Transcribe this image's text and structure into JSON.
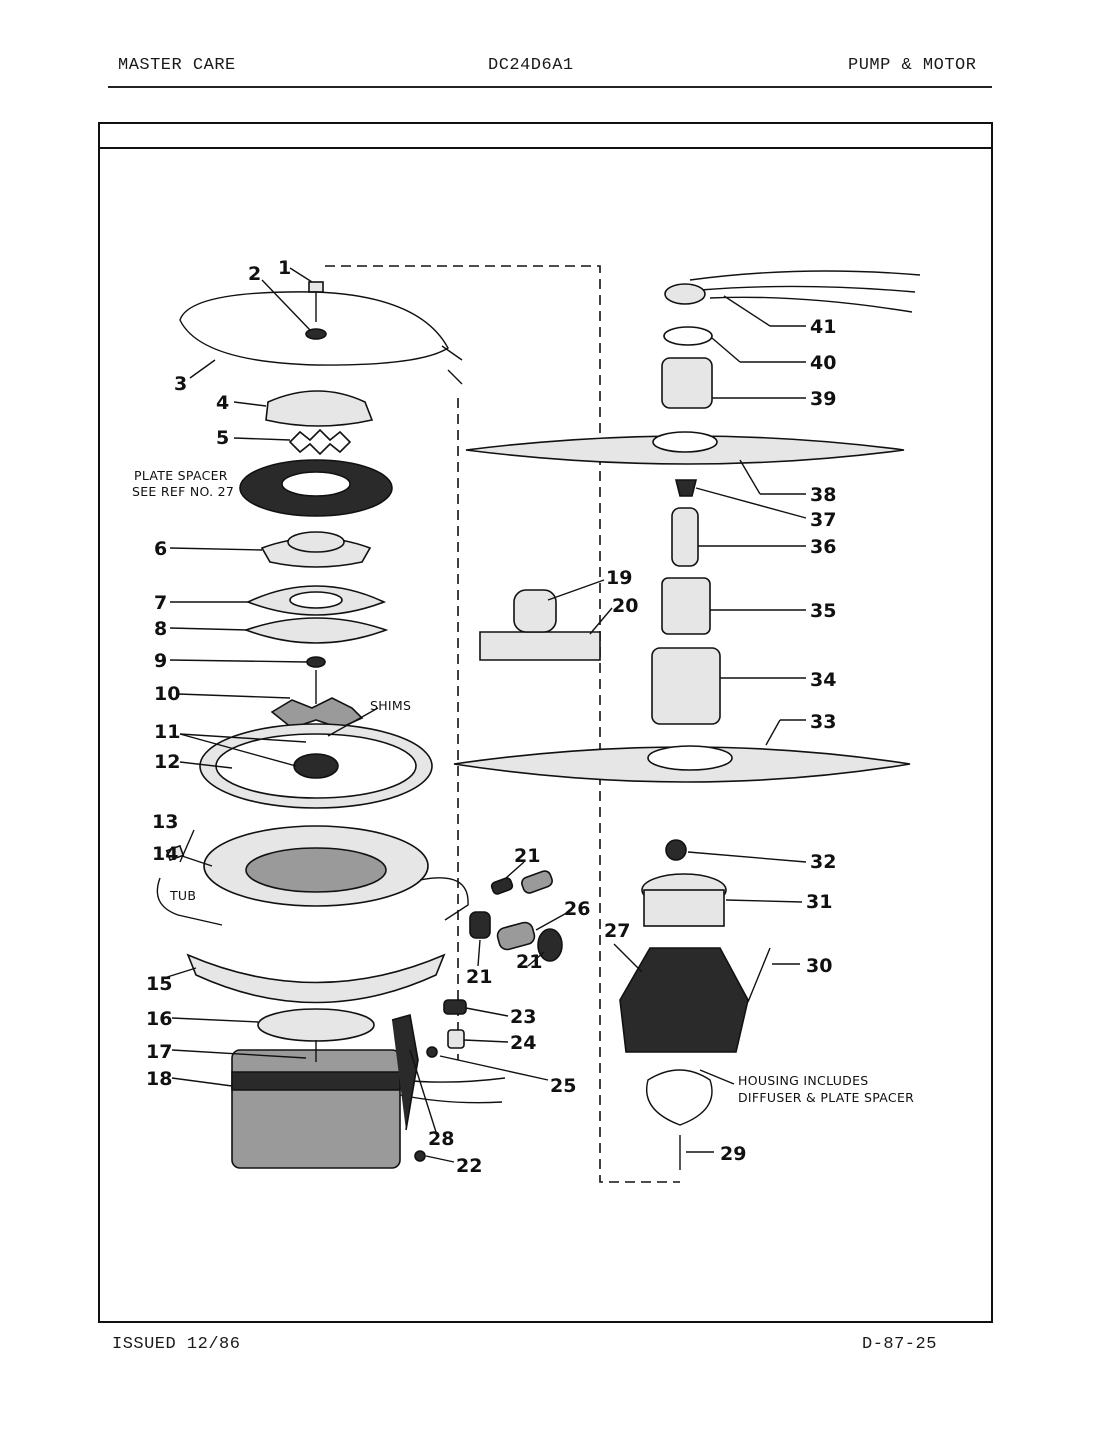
{
  "header": {
    "left": "MASTER CARE",
    "center": "DC24D6A1",
    "right": "PUMP & MOTOR"
  },
  "footer": {
    "left": "ISSUED 12/86",
    "right": "D-87-25"
  },
  "notes": {
    "plate_spacer_1": "PLATE SPACER",
    "plate_spacer_2": "SEE REF NO. 27",
    "shims": "SHIMS",
    "tub": "TUB",
    "housing_1": "HOUSING INCLUDES",
    "housing_2": "DIFFUSER & PLATE SPACER"
  },
  "callouts": [
    "1",
    "2",
    "3",
    "4",
    "5",
    "6",
    "7",
    "8",
    "9",
    "10",
    "11",
    "12",
    "13",
    "14",
    "15",
    "16",
    "17",
    "18",
    "19",
    "20",
    "21",
    "21",
    "21",
    "21",
    "22",
    "23",
    "24",
    "25",
    "26",
    "27",
    "28",
    "29",
    "30",
    "31",
    "32",
    "33",
    "34",
    "35",
    "36",
    "37",
    "38",
    "39",
    "40",
    "41"
  ]
}
